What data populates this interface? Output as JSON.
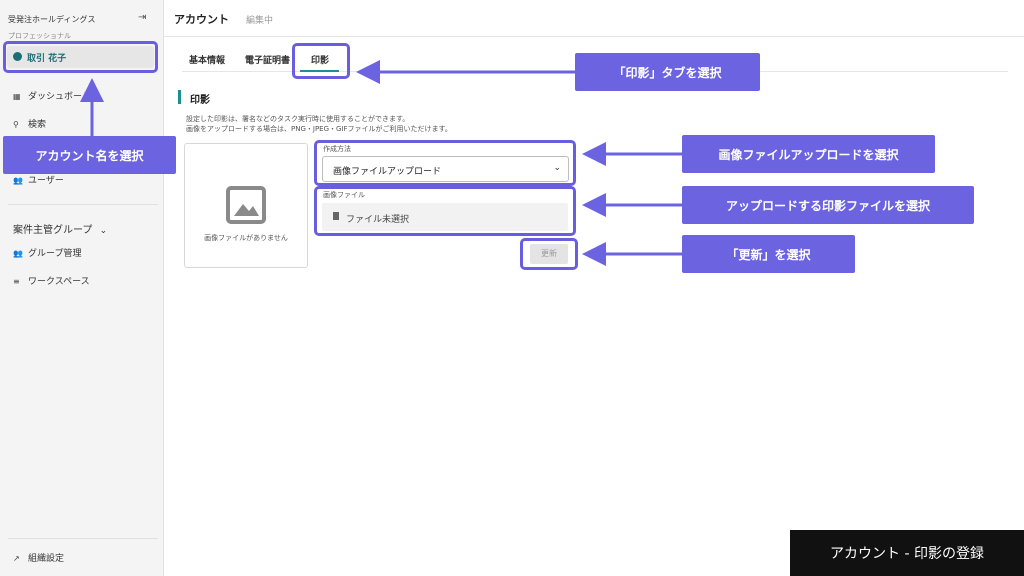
{
  "sidebar": {
    "org_name": "受発注ホールディングス",
    "plan": "プロフェッショナル",
    "user_name": "取引 花子",
    "items": [
      {
        "label": "ダッシュボード"
      },
      {
        "label": "検索"
      },
      {
        "label": "ユーザー"
      }
    ],
    "group_title": "案件主管グループ",
    "group_items": [
      {
        "label": "グループ管理"
      },
      {
        "label": "ワークスペース"
      }
    ],
    "org_settings": "組織設定"
  },
  "header": {
    "title": "アカウント",
    "state": "編集中"
  },
  "tabs": [
    {
      "label": "基本情報"
    },
    {
      "label": "電子証明書"
    },
    {
      "label": "印影",
      "active": true
    }
  ],
  "seal_section": {
    "title": "印影",
    "desc1": "設定した印影は、署名などのタスク実行時に使用することができます。",
    "desc2": "画像をアップロードする場合は、PNG・JPEG・GIFファイルがご利用いただけます。",
    "preview_caption": "画像ファイルがありません",
    "method_label": "作成方法",
    "method_value": "画像ファイルアップロード",
    "file_label": "画像ファイル",
    "file_value": "ファイル未選択",
    "update_button": "更新"
  },
  "annotations": {
    "tab_select": "「印影」タブを選択",
    "account_select": "アカウント名を選択",
    "upload_select": "画像ファイルアップロードを選択",
    "file_select": "アップロードする印影ファイルを選択",
    "update_select": "「更新」を選択"
  },
  "footer_caption": "アカウント - 印影の登録",
  "colors": {
    "accent": "#1a8f94",
    "annotation": "#6c63e0",
    "user_text": "#1a6f74"
  },
  "icons": [
    "logout-icon",
    "user-circle-icon",
    "dashboard-icon",
    "search-icon",
    "users-icon",
    "chevron-down-icon",
    "group-icon",
    "list-icon",
    "external-link-icon",
    "image-placeholder-icon",
    "file-icon"
  ]
}
